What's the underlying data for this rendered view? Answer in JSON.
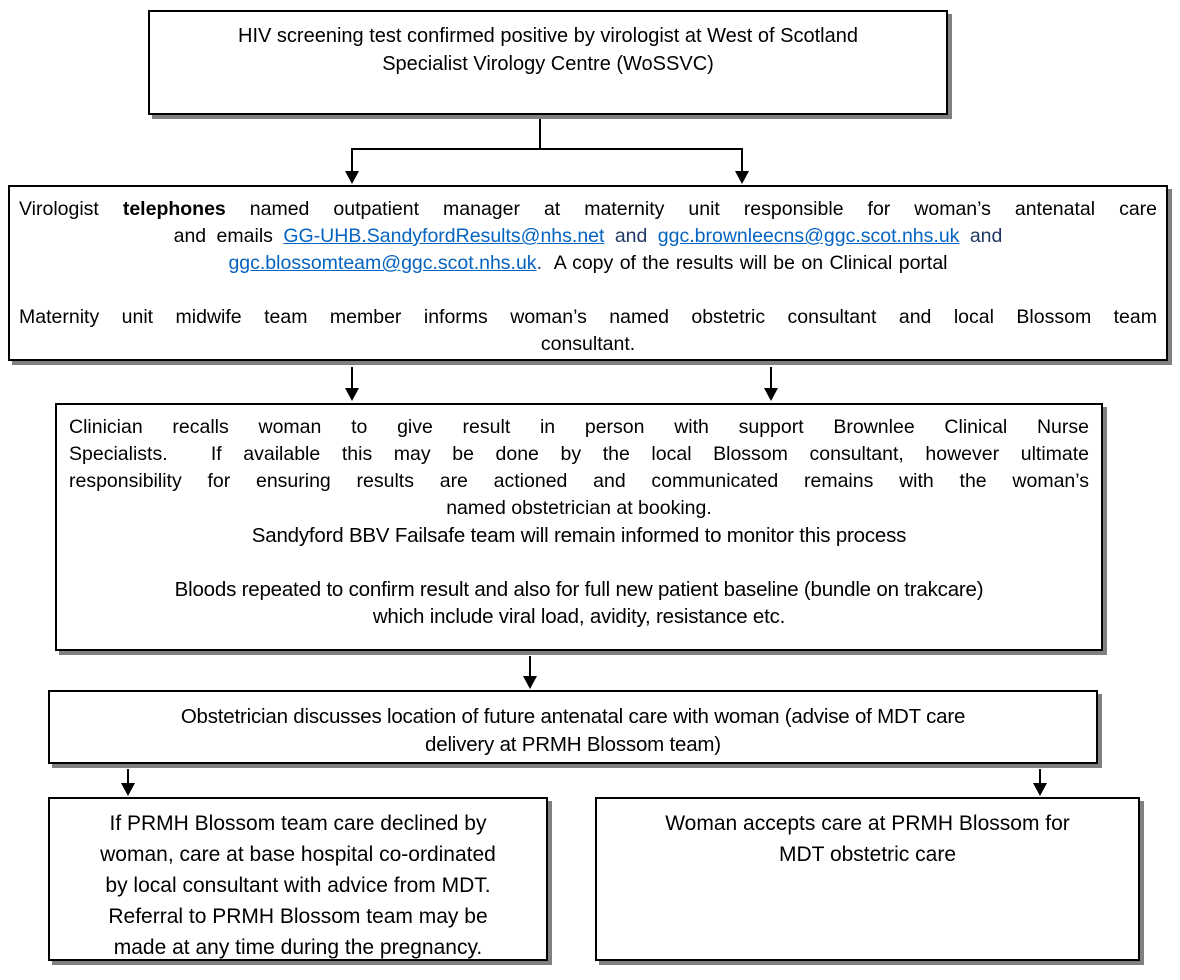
{
  "colors": {
    "text": "#000000",
    "border": "#000000",
    "shadow": "#808080",
    "link_blue": "#0563C1",
    "and_navy": "#1F3864",
    "background": "#FFFFFF"
  },
  "flowchart": {
    "box1": {
      "lines": [
        "HIV screening test confirmed positive by virologist at West of Scotland",
        "Specialist Virology Centre (WoSSVC)"
      ]
    },
    "box2": {
      "line1": {
        "t1": "Virologist ",
        "t2_bold": "telephones",
        "t3": " named outpatient manager at maternity unit responsible for woman’s antenatal care"
      },
      "line2": {
        "t1": "and emails ",
        "link1": "GG-UHB.SandyfordResults@nhs.net",
        "t2": " and ",
        "link2": "ggc.brownleecns@ggc.scot.nhs.uk",
        "t3": " and"
      },
      "line3": {
        "link3": "ggc.blossomteam@ggc.scot.nhs.uk",
        "t1": ".",
        "t2": "  A copy of the results will be on Clinical portal"
      },
      "line5": "Maternity unit midwife team member informs woman’s named obstetric consultant and local Blossom team",
      "line6": "consultant."
    },
    "box3": {
      "p1_lines": [
        "Clinician recalls woman to give result in person with support Brownlee Clinical Nurse",
        "Specialists.  If available this may be done by the local Blossom consultant, however ultimate",
        "responsibility for ensuring results are actioned and communicated remains with the woman’s",
        "named obstetrician at booking."
      ],
      "p2": "Sandyford BBV Failsafe team will remain informed to monitor this process",
      "p3_lines": [
        "Bloods repeated to confirm result and also for full new patient baseline (bundle on trakcare)",
        "which include viral load, avidity, resistance etc."
      ]
    },
    "box4": {
      "lines": [
        "Obstetrician discusses location of future antenatal care with woman (advise of MDT care",
        "delivery at PRMH Blossom team)"
      ]
    },
    "box5": {
      "lines": [
        "If PRMH Blossom team care declined by",
        "woman, care at base hospital co-ordinated",
        "by local consultant with advice from MDT.",
        "Referral to PRMH Blossom team may be",
        "made at any time during the pregnancy."
      ]
    },
    "box6": {
      "lines": [
        "Woman accepts care at PRMH Blossom for",
        "MDT obstetric care"
      ]
    }
  }
}
